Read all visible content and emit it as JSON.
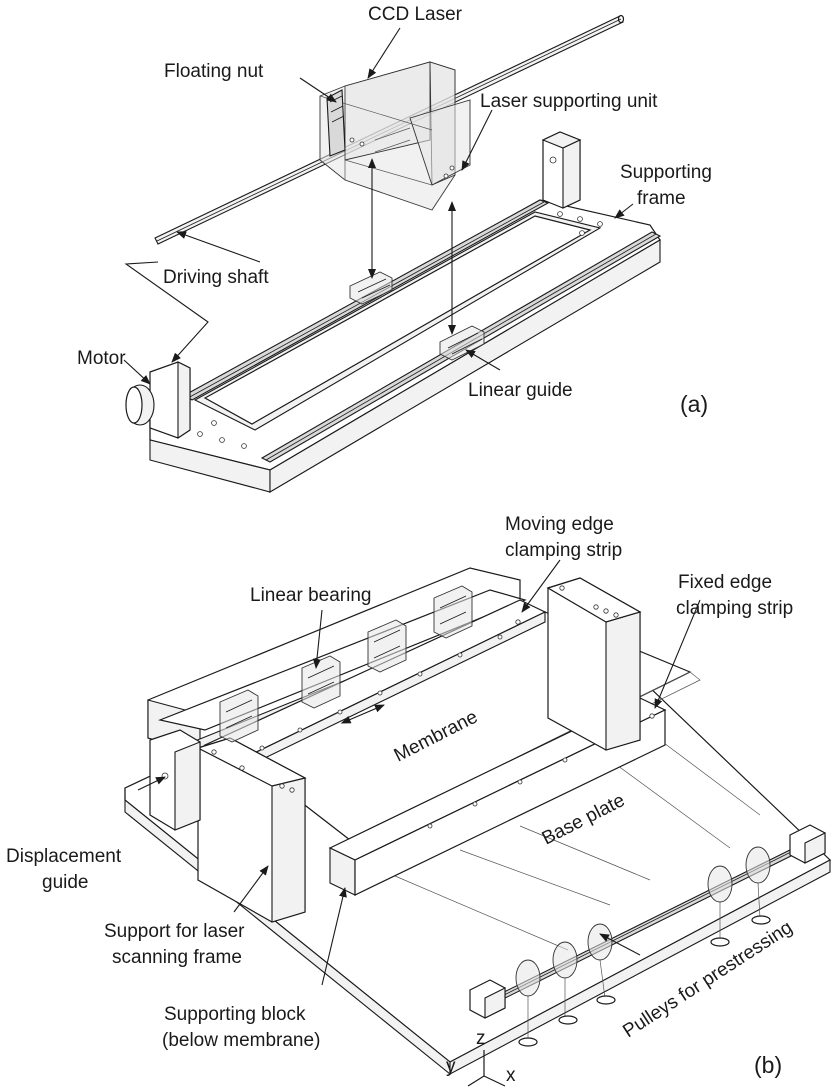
{
  "panel_a": {
    "tag": "(a)",
    "labels": {
      "ccd_laser": "CCD Laser",
      "floating_nut": "Floating nut",
      "laser_supporting_unit": "Laser supporting unit",
      "supporting_frame_1": "Supporting",
      "supporting_frame_2": "frame",
      "driving_shaft": "Driving shaft",
      "motor": "Motor",
      "linear_guide": "Linear guide"
    }
  },
  "panel_b": {
    "tag": "(b)",
    "labels": {
      "moving_edge_1": "Moving edge",
      "moving_edge_2": "clamping strip",
      "linear_bearing": "Linear bearing",
      "fixed_edge_1": "Fixed edge",
      "fixed_edge_2": "clamping strip",
      "membrane": "Membrane",
      "base_plate": "Base plate",
      "displacement_guide_1": "Displacement",
      "displacement_guide_2": "guide",
      "support_laser_1": "Support for laser",
      "support_laser_2": "scanning frame",
      "pulleys": "Pulleys for prestressing",
      "supporting_block_1": "Supporting block",
      "supporting_block_2": "(below membrane)"
    },
    "axes": {
      "z": "z",
      "y": "y",
      "x": "x"
    }
  }
}
